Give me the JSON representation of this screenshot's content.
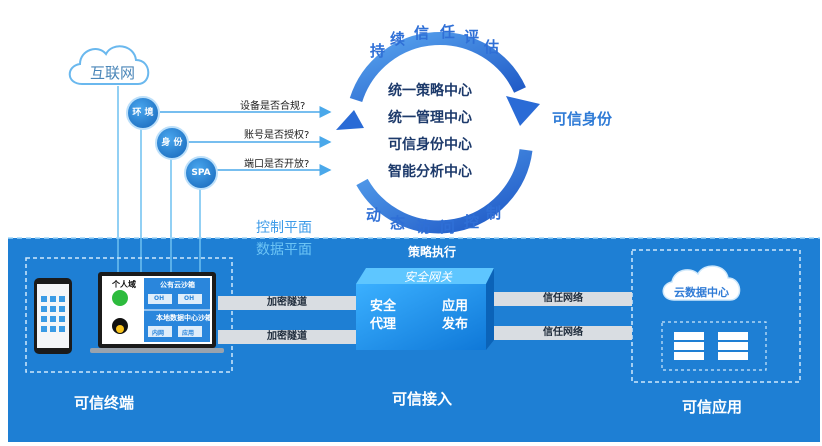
{
  "cloud": {
    "internet_label": "互联网"
  },
  "bubbles": [
    {
      "text": "环\n境"
    },
    {
      "text": "身\n份"
    },
    {
      "text": "SPA"
    }
  ],
  "questions": [
    "设备是否合规?",
    "账号是否授权?",
    "端口是否开放?"
  ],
  "cycle": {
    "top_chars": [
      "持",
      "续",
      "信",
      "任",
      "评",
      "估"
    ],
    "bottom_chars": [
      "动",
      "态",
      "访",
      "问",
      "控",
      "制"
    ],
    "centers": [
      "统一策略中心",
      "统一管理中心",
      "可信身份中心",
      "智能分析中心"
    ],
    "right_label": "可信身份"
  },
  "planes": {
    "control": "控制平面",
    "data": "数据平面"
  },
  "policy_exec": "策略执行",
  "terminal": {
    "personal_domain": "个人域",
    "office_sandbox": "公有云沙箱",
    "local_sandbox": "本地数据中心沙箱",
    "chip_a": "OH",
    "chip_b": "OH",
    "chip_c": "内网",
    "chip_d": "应用",
    "label": "可信终端"
  },
  "tunnels": [
    "加密隧道",
    "加密隧道"
  ],
  "gateway": {
    "title": "安全网关",
    "proxy": "安全\n代理",
    "publish": "应用\n发布",
    "label": "可信接入"
  },
  "trust_links": [
    "信任网络",
    "信任网络"
  ],
  "cloud_dc": {
    "label": "云数据中心",
    "app_label": "可信应用"
  },
  "colors": {
    "accent": "#1e7fd4",
    "ring": "#2f6fd6",
    "text_blue": "#2f7bd6",
    "dark_text": "#1d3a6b"
  }
}
